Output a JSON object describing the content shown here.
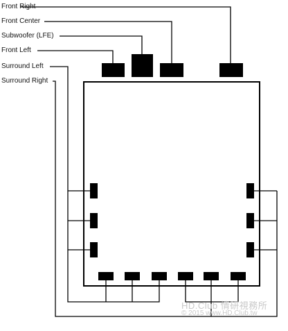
{
  "labels": {
    "front_right": "Front Right",
    "front_center": "Front Center",
    "subwoofer": "Subwoofer (LFE)",
    "front_left": "Front Left",
    "surround_left": "Surround Left",
    "surround_right": "Surround Right"
  },
  "watermark": {
    "line1": "HD.Club 情研視務所",
    "line2": "© 2015 www.HD.Club.tw"
  },
  "colors": {
    "ink": "#000000",
    "background": "#ffffff",
    "watermark": "#c9c9c9"
  }
}
